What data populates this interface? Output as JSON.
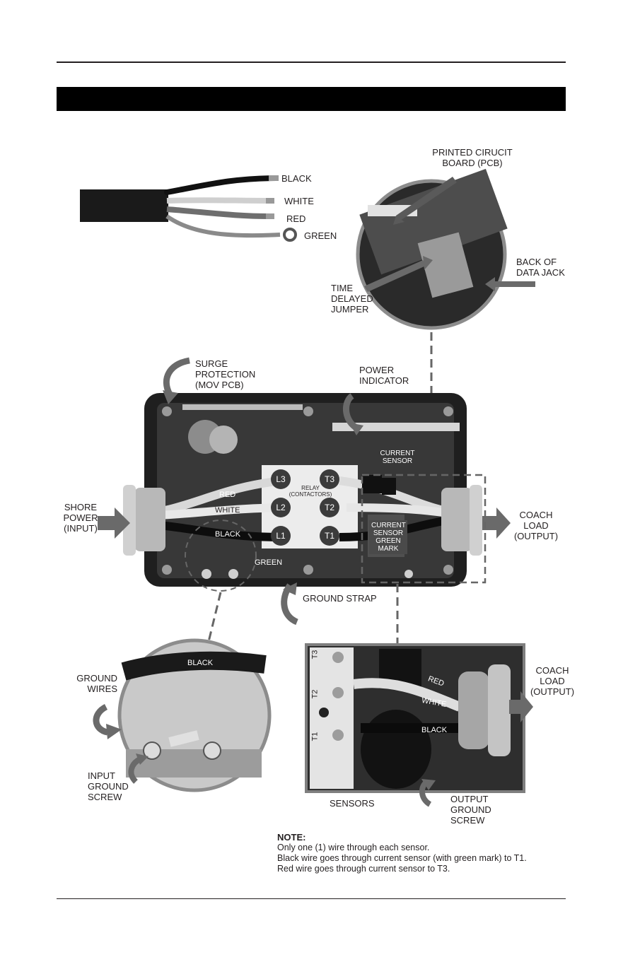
{
  "cable": {
    "black": "BLACK",
    "white": "WHITE",
    "red": "RED",
    "green": "GREEN"
  },
  "pcb_inset": {
    "pcb": "PRINTED CIRUCIT BOARD (PCB)",
    "pcb_line1": "PRINTED CIRUCIT",
    "pcb_line2": "BOARD (PCB)",
    "jack_line1": "BACK OF",
    "jack_line2": "DATA JACK",
    "jumper_line1": "TIME",
    "jumper_line2": "DELAYED",
    "jumper_line3": "JUMPER"
  },
  "main": {
    "surge_line1": "SURGE",
    "surge_line2": "PROTECTION",
    "surge_line3": "(MOV PCB)",
    "power_line1": "POWER",
    "power_line2": "INDICATOR",
    "current_sensor_line1": "CURRENT",
    "current_sensor_line2": "SENSOR",
    "relay_line1": "RELAY",
    "relay_line2": "(CONTACTORS)",
    "shore_line1": "SHORE",
    "shore_line2": "POWER",
    "shore_line3": "(INPUT)",
    "coach_line1": "COACH",
    "coach_line2": "LOAD",
    "coach_line3": "(OUTPUT)",
    "wire_red": "RED",
    "wire_white": "WHITE",
    "wire_black": "BLACK",
    "wire_green": "GREEN",
    "green_mark_line1": "CURRENT",
    "green_mark_line2": "SENSOR",
    "green_mark_line3": "GREEN",
    "green_mark_line4": "MARK",
    "ground_strap": "GROUND STRAP",
    "terminals": {
      "l1": "L1",
      "l2": "L2",
      "l3": "L3",
      "t1": "T1",
      "t2": "T2",
      "t3": "T3"
    }
  },
  "ground_inset": {
    "black": "BLACK",
    "wires_line1": "GROUND",
    "wires_line2": "WIRES",
    "screw_line1": "INPUT",
    "screw_line2": "GROUND",
    "screw_line3": "SCREW"
  },
  "sensor_inset": {
    "red": "RED",
    "white": "WHITE",
    "black": "BLACK",
    "sensors": "SENSORS",
    "out_line1": "OUTPUT",
    "out_line2": "GROUND",
    "out_line3": "SCREW",
    "coach_line1": "COACH",
    "coach_line2": "LOAD",
    "coach_line3": "(OUTPUT)",
    "t1": "T1",
    "t2": "T2",
    "t3": "T3"
  },
  "note": {
    "heading": "NOTE:",
    "line1": "Only one (1) wire through each sensor.",
    "line2": "Black wire goes through current sensor (with green mark) to T1.",
    "line3": "Red wire goes through current  sensor  to T3."
  }
}
